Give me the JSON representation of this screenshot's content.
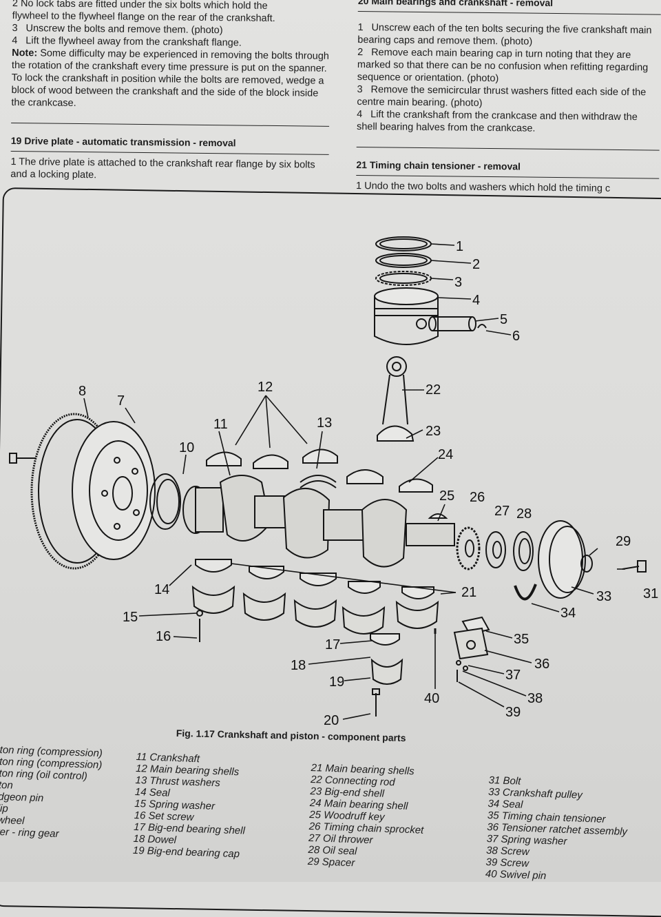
{
  "left_column": {
    "intro_lines": [
      "2   No lock tabs are fitted under the six bolts which hold the",
      "flywheel to the flywheel flange on the rear of the crankshaft."
    ],
    "steps": [
      {
        "num": "3",
        "text": "Unscrew the bolts and remove them. (photo)"
      },
      {
        "num": "4",
        "text": "Lift the flywheel away from the crankshaft flange."
      }
    ],
    "note_label": "Note:",
    "note_text": "Some difficulty may be experienced in removing the bolts through the rotation of the crankshaft every time pressure is put on the spanner. To lock the crankshaft in position while the bolts are removed, wedge a block of wood between the crankshaft and the side of the block inside the crankcase.",
    "section19_title": "19 Drive plate - automatic transmission - removal",
    "section19_step1": "1   The drive plate is attached to the crankshaft rear flange by six bolts and a locking plate."
  },
  "right_column": {
    "section20_title": "20 Main bearings and crankshaft - removal",
    "steps": [
      {
        "num": "1",
        "text": "Unscrew each of the ten bolts securing the five crankshaft main bearing caps and remove them. (photo)"
      },
      {
        "num": "2",
        "text": "Remove each main bearing cap in turn noting that they are marked so that there can be no confusion when refitting regarding sequence or orientation. (photo)"
      },
      {
        "num": "3",
        "text": "Remove the semicircular thrust washers fitted each side of the centre main bearing. (photo)"
      },
      {
        "num": "4",
        "text": "Lift the crankshaft from the crankcase and then withdraw the shell bearing halves from the crankcase."
      }
    ],
    "section21_title": "21 Timing chain tensioner - removal",
    "section21_step1": "1   Undo the two bolts and washers which hold the timing c"
  },
  "figure": {
    "caption": "Fig. 1.17 Crankshaft and piston - component parts",
    "callouts": [
      "1",
      "2",
      "3",
      "4",
      "5",
      "6",
      "7",
      "8",
      "10",
      "11",
      "12",
      "13",
      "14",
      "15",
      "16",
      "17",
      "18",
      "19",
      "20",
      "21",
      "22",
      "23",
      "24",
      "25",
      "26",
      "27",
      "28",
      "29",
      "31",
      "33",
      "34",
      "35",
      "36",
      "37",
      "38",
      "39",
      "40"
    ],
    "legend": {
      "col1": [
        "ton ring (compression)",
        "ton ring (compression)",
        "ton ring (oil control)",
        "ton",
        "dgeon pin",
        "lip",
        "wheel",
        "ter - ring gear"
      ],
      "col2": [
        "11 Crankshaft",
        "12 Main bearing shells",
        "13 Thrust washers",
        "14 Seal",
        "15 Spring washer",
        "16 Set screw",
        "17 Big-end bearing shell",
        "18 Dowel",
        "19 Big-end bearing cap"
      ],
      "col3": [
        "21 Main bearing shells",
        "22 Connecting rod",
        "23 Big-end shell",
        "24 Main bearing shell",
        "25 Woodruff key",
        "26 Timing chain sprocket",
        "27 Oil thrower",
        "28 Oil seal",
        "29 Spacer"
      ],
      "col4": [
        "31 Bolt",
        "33 Crankshaft pulley",
        "34 Seal",
        "35 Timing chain tensioner",
        "36 Tensioner ratchet assembly",
        "37 Spring washer",
        "38 Screw",
        "39 Screw",
        "40 Swivel pin"
      ]
    }
  }
}
